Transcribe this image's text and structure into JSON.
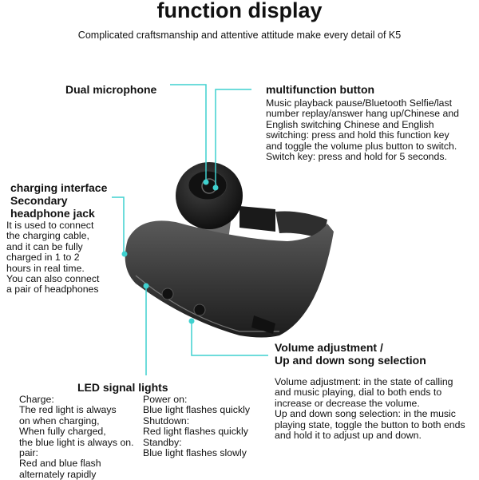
{
  "title": "function display",
  "subtitle": "Complicated craftsmanship and attentive attitude make every detail of K5",
  "callouts": {
    "dual_microphone": {
      "heading": "Dual microphone"
    },
    "multifunction_button": {
      "heading": "multifunction button",
      "text": "Music playback pause/Bluetooth Selfie/last\nnumber replay/answer hang up/Chinese and\nEnglish switching Chinese and English\nswitching: press and hold this function key\nand toggle the volume plus button to switch.\nSwitch key: press and hold for 5 seconds."
    },
    "charging_interface": {
      "heading_line1": "charging interface",
      "heading_line2": "Secondary",
      "heading_line3": "headphone jack",
      "text": "It is used to connect\nthe charging cable,\nand it can be fully\ncharged in 1 to 2\nhours in real time.\nYou can also connect\na pair of headphones"
    },
    "volume": {
      "heading_line1": "Volume adjustment /",
      "heading_line2": "Up and down song selection",
      "text": "Volume adjustment: in the state of calling\nand music playing, dial to both ends to\nincrease or decrease the volume.\nUp and down song selection: in the music\nplaying state, toggle the button to both ends\n and hold it to adjust up and down."
    },
    "led": {
      "heading": "LED signal lights",
      "left_text": "Charge:\nThe red light is always\non when charging,\nWhen fully charged,\nthe blue light is always on.\npair:\nRed and blue flash\nalternately rapidly",
      "right_text": "Power on:\nBlue light flashes quickly\nShutdown:\nRed light flashes quickly\nStandby:\nBlue light flashes slowly"
    }
  },
  "colors": {
    "accent": "#3fd1cf",
    "body": "#3a3a3a"
  }
}
